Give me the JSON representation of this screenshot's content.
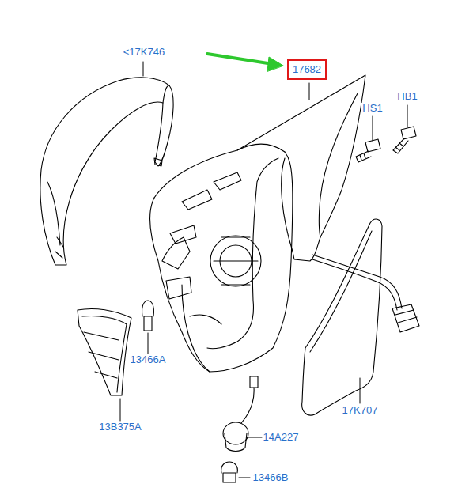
{
  "diagram": {
    "nodes": [
      {
        "text": [
          "17682"
        ]
      }
    ],
    "labels": [
      "<17K746",
      "HS1",
      "HB1",
      "13466A",
      "13B375A",
      "17K707",
      "14A227",
      "13466B"
    ]
  }
}
